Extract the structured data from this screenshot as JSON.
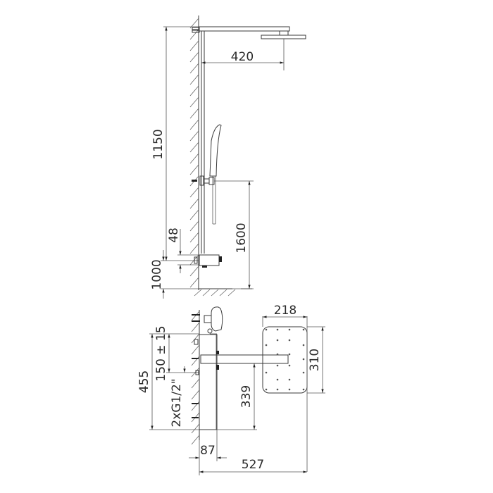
{
  "drawing": {
    "title": "Shower column technical drawing",
    "line_color": "#3a3a3a",
    "side_view": {
      "dimensions": {
        "arm_reach": "420",
        "column_height": "1150",
        "handshower_holder_height": "1600",
        "mixer_offset": "48",
        "mixer_height": "1000"
      }
    },
    "top_view": {
      "dimensions": {
        "head_width": "218",
        "head_depth": "310",
        "inlet_spacing": "150 ± 15",
        "connection": "2xG1/2\"",
        "overall_height": "455",
        "arm_height": "339",
        "wall_offset": "87",
        "total_depth": "527"
      },
      "nozzle_dot_rows": 7,
      "nozzle_dot_cols": 4
    }
  }
}
